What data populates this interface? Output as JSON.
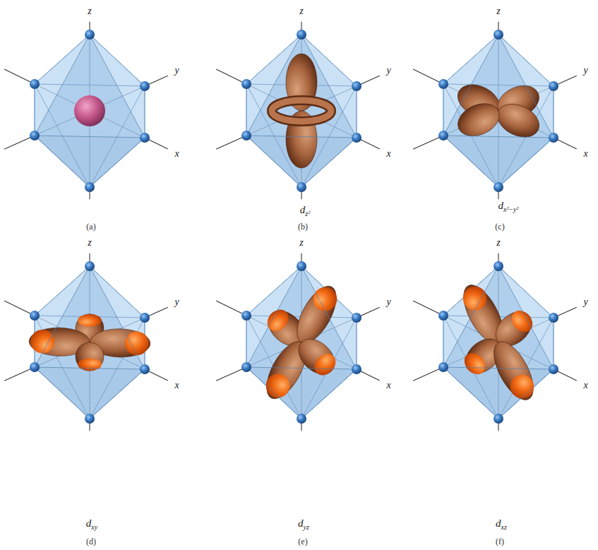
{
  "diagram": {
    "labels": [
      "z",
      "y",
      "x",
      "(a)",
      "z",
      "y",
      "x",
      "dz²",
      "(b)",
      "z",
      "y",
      "x",
      "dx²−y²",
      "(c)",
      "z",
      "y",
      "x",
      "dxy",
      "(d)",
      "z",
      "y",
      "x",
      "dyz",
      "(e)",
      "z",
      "y",
      "x",
      "dxz",
      "(f)"
    ]
  }
}
